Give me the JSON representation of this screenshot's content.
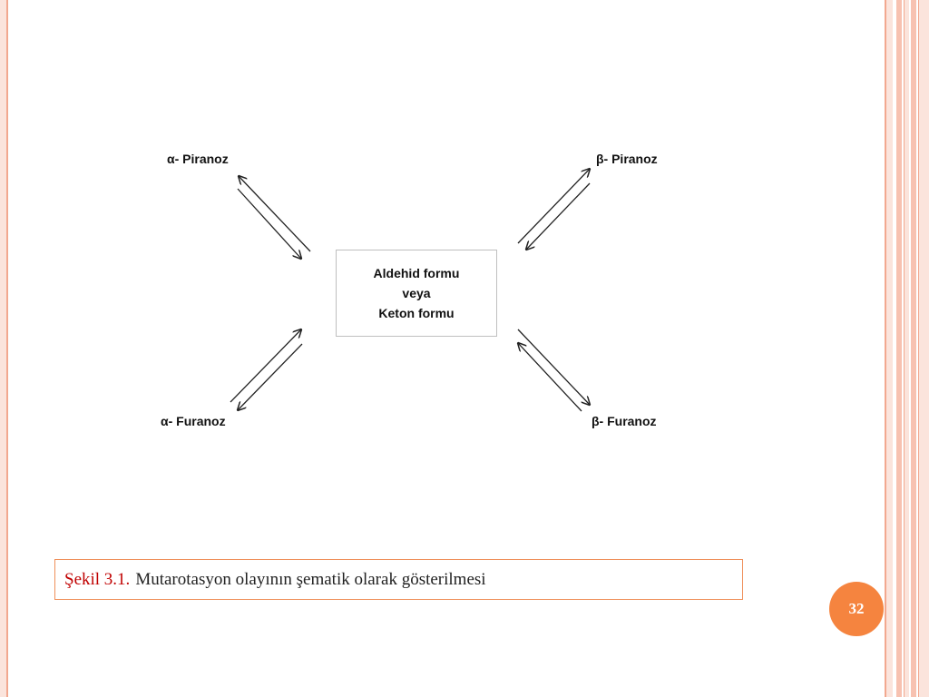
{
  "diagram": {
    "top_left_label": "α- Piranoz",
    "top_right_label": "β- Piranoz",
    "bottom_left_label": "α- Furanoz",
    "bottom_right_label": "β- Furanoz",
    "center_box": {
      "line1": "Aldehid formu",
      "line2": "veya",
      "line3": "Keton formu"
    }
  },
  "caption": {
    "label": "Şekil 3.1.",
    "text": "Mutarotasyon olayının şematik olarak gösterilmesi"
  },
  "page_number": "32",
  "colors": {
    "accent": "#f5843f",
    "caption_label": "#c00000",
    "caption_border": "#ef8f5a",
    "border_pink": "#fbe4dc"
  }
}
